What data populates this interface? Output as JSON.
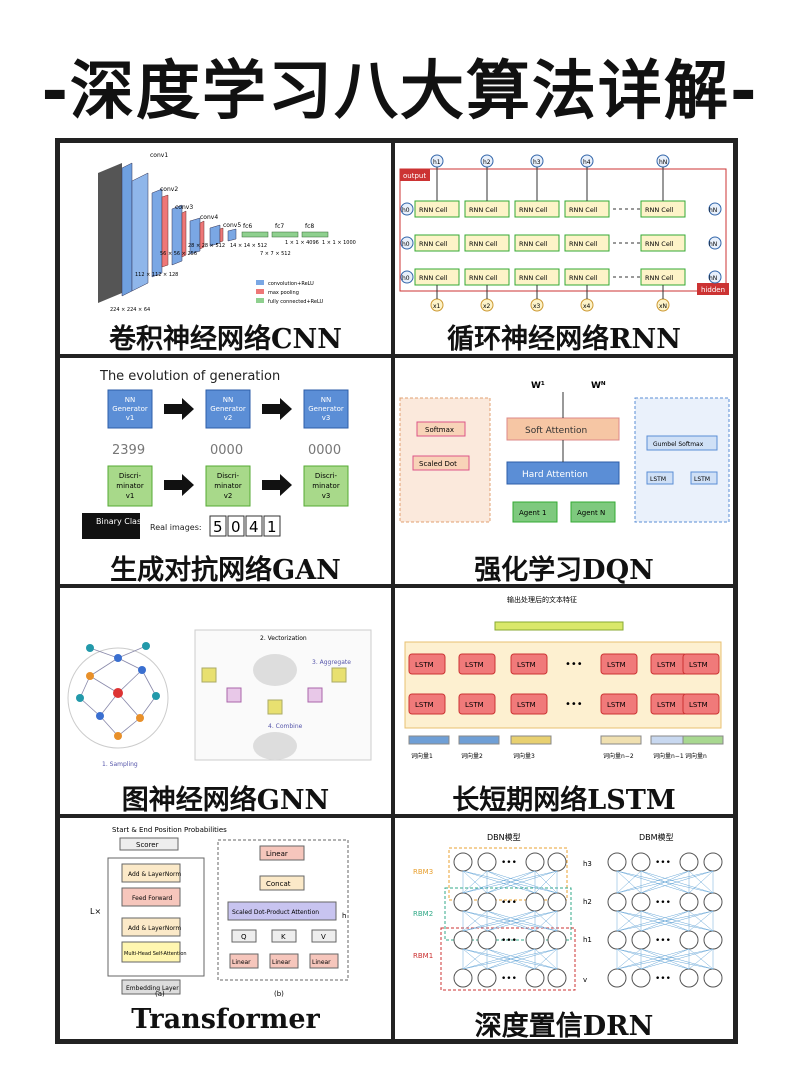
{
  "title": "-深度学习八大算法详解-",
  "cells": [
    {
      "label": "卷积神经网络CNN",
      "figure_text": {
        "conv1": "conv1",
        "conv2": "conv2",
        "conv3": "conv3",
        "conv4": "conv4",
        "conv5": "conv5",
        "fc6": "fc6",
        "fc7": "fc7",
        "fc8": "fc8",
        "d1": "224 × 224 × 64",
        "d2": "112 × 112 × 128",
        "d3": "56 × 56 × 256",
        "d4": "28 × 28 × 512",
        "d5": "14 × 14 × 512",
        "d6": "7 × 7 × 512",
        "d7": "1 × 1 × 4096",
        "d8": "1 × 1 × 1000",
        "legend": [
          "convolution+ReLU",
          "max pooling",
          "fully connected+ReLU"
        ]
      }
    },
    {
      "label": "循环神经网络RNN",
      "figure_text": {
        "output": "output",
        "hidden": "hidden",
        "cell": "RNN Cell",
        "h_top": [
          "h1",
          "h2",
          "h3",
          "h4",
          "hN"
        ],
        "h_left": [
          "h0",
          "h0",
          "h0"
        ],
        "h_right": [
          "hN",
          "hN",
          "hN"
        ],
        "x": [
          "x1",
          "x2",
          "x3",
          "x4",
          "xN"
        ]
      }
    },
    {
      "label": "生成对抗网络GAN",
      "figure_text": {
        "heading": "The evolution of generation",
        "generators": [
          "NN Generator v1",
          "NN Generator v2",
          "NN Generator v3"
        ],
        "discriminators": [
          "Discri- minator v1",
          "Discri- minator v2",
          "Discri- minator v3"
        ],
        "binary": "Binary Classifier",
        "real": "Real images:",
        "digits": [
          "5",
          "0",
          "4",
          "1"
        ]
      }
    },
    {
      "label": "强化学习DQN",
      "figure_text": {
        "soft": "Soft Attention",
        "hard": "Hard Attention",
        "agent1": "Agent 1",
        "agentN": "Agent N",
        "softmax": "Softmax",
        "scaled": "Scaled Dot",
        "gumbel": "Gumbel Softmax",
        "lstm": "LSTM",
        "W1": "W¹",
        "WN": "Wᴺ"
      }
    },
    {
      "label": "图神经网络GNN",
      "figure_text": {
        "vect": "2. Vectorization",
        "agg": "3. Aggregate",
        "comb": "4. Combine",
        "samp": "1. Sampling"
      }
    },
    {
      "label": "长短期网络LSTM",
      "figure_text": {
        "top": "输出处理后的文本特征",
        "lstm": "LSTM",
        "words": [
          "词向量1",
          "词向量2",
          "词向量3",
          "词向量n−2",
          "词向量n−1",
          "词向量n"
        ]
      }
    },
    {
      "label": "Transformer",
      "figure_text": {
        "probs": "Start & End Position  Probabilities",
        "scorer": "Scorer",
        "addnorm": "Add & LayerNorm",
        "ff": "Feed Forward",
        "mha": "Multi-Head Self-Attention",
        "emb": "Embedding Layer",
        "lx": "L×",
        "linearO": "Linear",
        "concat": "Concat",
        "sdpa": "Scaled Dot-Product Attention",
        "Q": "Q",
        "K": "K",
        "V": "V",
        "lin": "Linear",
        "h": "h",
        "a": "(a)",
        "b": "(b)"
      }
    },
    {
      "label": "深度置信DRN",
      "figure_text": {
        "dbn": "DBN模型",
        "dbm": "DBM模型",
        "rbm": [
          "RBM3",
          "RBM2",
          "RBM1"
        ],
        "h": [
          "h3",
          "h2",
          "h1",
          "v"
        ]
      }
    }
  ]
}
